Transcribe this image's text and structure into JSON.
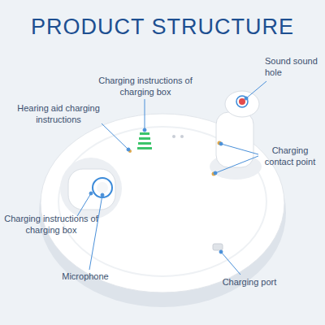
{
  "diagram": {
    "title": "PRODUCT STRUCTURE",
    "labels": [
      "Sound sound hole",
      "Charging instructions of charging box",
      "Hearing aid charging instructions",
      "Charging contact point",
      "Charging instructions of charging box",
      "Microphone",
      "Charging port"
    ]
  }
}
